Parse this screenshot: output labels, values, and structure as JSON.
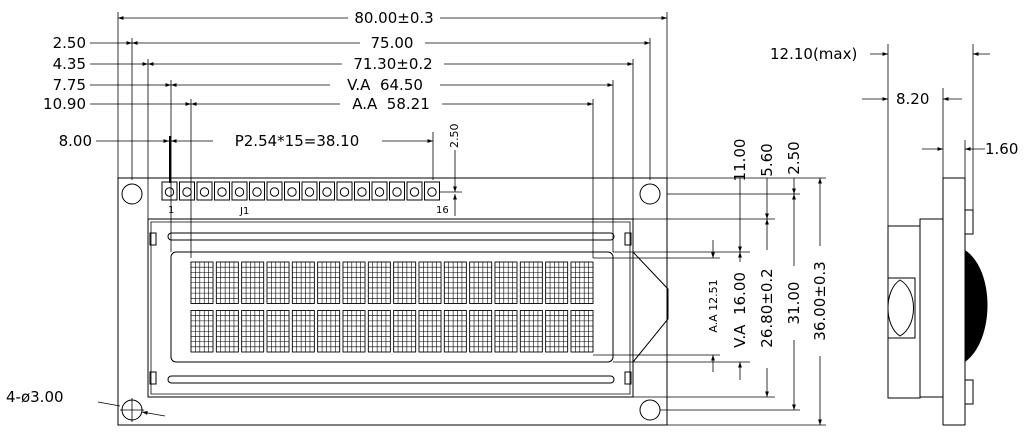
{
  "dims": {
    "overall_width": "80.00±0.3",
    "hole_offset": "2.50",
    "hole_pitch": "75.00",
    "bezel_offset": "4.35",
    "bezel_width": "71.30±0.2",
    "va_offset": "7.75",
    "va_width": "V.A  64.50",
    "aa_offset": "10.90",
    "aa_width": "A.A  58.21",
    "pin1_offset": "8.00",
    "pin_pitch": "P2.54*15=38.10",
    "pin_row_offset": "2.50",
    "top_to_va": "11.00",
    "top_to_bezel": "5.60",
    "top_hole_offset": "2.50",
    "aa_height": "A.A 12.51",
    "va_height": "V.A  16.00",
    "bezel_height": "26.80±0.2",
    "hole_pitch_v": "31.00",
    "overall_height": "36.00±0.3",
    "holes": "4-ø3.00",
    "thickness_max": "12.10(max)",
    "body_thickness": "8.20",
    "pcb_thickness": "1.60"
  },
  "pins": {
    "first": "1",
    "last": "16",
    "connector": "J1"
  },
  "display": {
    "columns": 16,
    "rows": 2,
    "dot_cols": 5,
    "dot_rows": 8
  }
}
